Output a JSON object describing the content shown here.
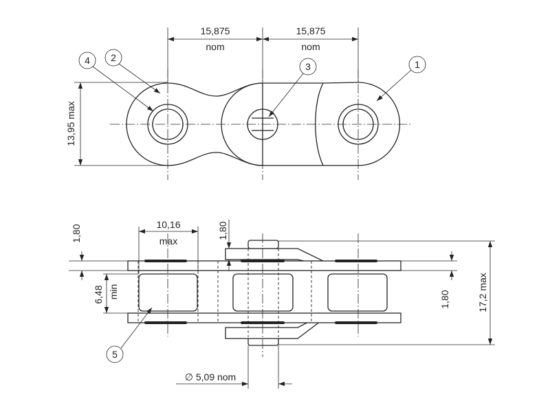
{
  "dimensions": {
    "pitch_left": "15,875",
    "pitch_right": "15,875",
    "pitch_note": "nom",
    "plate_height": "13,95 max",
    "roller_diameter": "10,16",
    "roller_diameter_note": "max",
    "plate_thickness_top": "1,80",
    "plate_thickness_left": "1,80",
    "plate_thickness_right": "1,80",
    "inner_width_value": "6,48",
    "inner_width_note": "min",
    "overall_width": "17,2 max",
    "pin_diameter": "∅ 5,09 nom"
  },
  "callouts": [
    "1",
    "2",
    "3",
    "4",
    "5"
  ],
  "colors": {
    "line": "#222222",
    "background": "#ffffff"
  }
}
